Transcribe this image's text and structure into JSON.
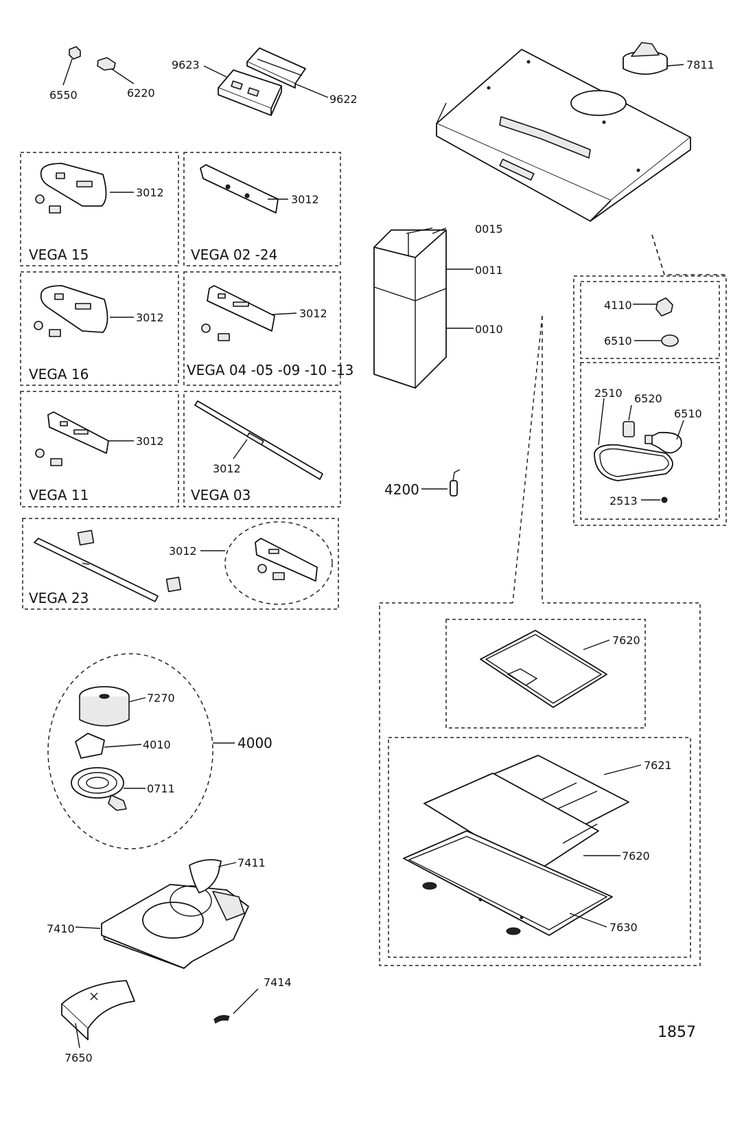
{
  "labels": {
    "p6550": "6550",
    "p6220": "6220",
    "p9623": "9623",
    "p9622": "9622",
    "p7811": "7811",
    "p0015": "0015",
    "p0011": "0011",
    "p0010": "0010",
    "p4110": "4110",
    "p6510a": "6510",
    "p2510": "2510",
    "p6520": "6520",
    "p6510b": "6510",
    "p2513": "2513",
    "p4200": "4200",
    "p7270": "7270",
    "p4010": "4010",
    "p0711": "0711",
    "p4000": "4000",
    "p7411": "7411",
    "p7410": "7410",
    "p7414": "7414",
    "p7650": "7650",
    "p7620a": "7620",
    "p7621": "7621",
    "p7620b": "7620",
    "p7630": "7630",
    "page_number": "1857"
  },
  "panels": [
    {
      "name": "VEGA 15",
      "part": "3012"
    },
    {
      "name": "VEGA 02 -24",
      "part": "3012"
    },
    {
      "name": "VEGA 16",
      "part": "3012"
    },
    {
      "name": "VEGA 04 -05 -09 -10 -13",
      "part": "3012"
    },
    {
      "name": "VEGA 11",
      "part": "3012"
    },
    {
      "name": "VEGA 03",
      "part": "3012"
    },
    {
      "name": "VEGA 23",
      "part": "3012"
    }
  ]
}
